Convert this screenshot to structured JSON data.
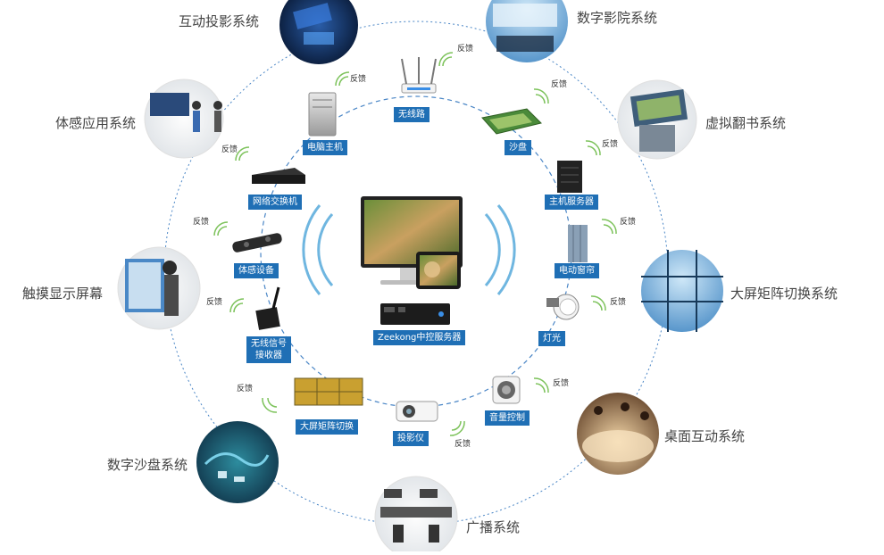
{
  "center": {
    "server_label": "Zeekong中控服务器"
  },
  "feedback_label": "反馈",
  "outer_systems": [
    {
      "id": "interactive-projection",
      "label": "互动投影系统"
    },
    {
      "id": "digital-cinema",
      "label": "数字影院系统"
    },
    {
      "id": "motion-sensing",
      "label": "体感应用系统"
    },
    {
      "id": "virtual-book",
      "label": "虚拟翻书系统"
    },
    {
      "id": "touch-screen",
      "label": "触摸显示屏幕"
    },
    {
      "id": "large-matrix",
      "label": "大屏矩阵切换系统"
    },
    {
      "id": "desktop-interactive",
      "label": "桌面互动系统"
    },
    {
      "id": "digital-sandtable",
      "label": "数字沙盘系统"
    },
    {
      "id": "broadcast",
      "label": "广播系统"
    }
  ],
  "devices": [
    {
      "id": "wireless-router",
      "label": "无线路"
    },
    {
      "id": "pc-host",
      "label": "电脑主机"
    },
    {
      "id": "sand-table",
      "label": "沙盘"
    },
    {
      "id": "network-switch",
      "label": "网络交换机"
    },
    {
      "id": "host-server",
      "label": "主机服务器"
    },
    {
      "id": "motion-device",
      "label": "体感设备"
    },
    {
      "id": "electric-curtain",
      "label": "电动窗帘"
    },
    {
      "id": "wireless-receiver",
      "label": "无线信号\n接收器"
    },
    {
      "id": "light",
      "label": "灯光"
    },
    {
      "id": "matrix-switch",
      "label": "大屏矩阵切换"
    },
    {
      "id": "projector",
      "label": "投影仪"
    },
    {
      "id": "volume-control",
      "label": "音量控制"
    }
  ],
  "colors": {
    "tag_blue": "#1f6fb5",
    "ring_blue": "#4a86c6",
    "wave_blue": "#6fb6e0",
    "wifi_green": "#7cc25a"
  }
}
